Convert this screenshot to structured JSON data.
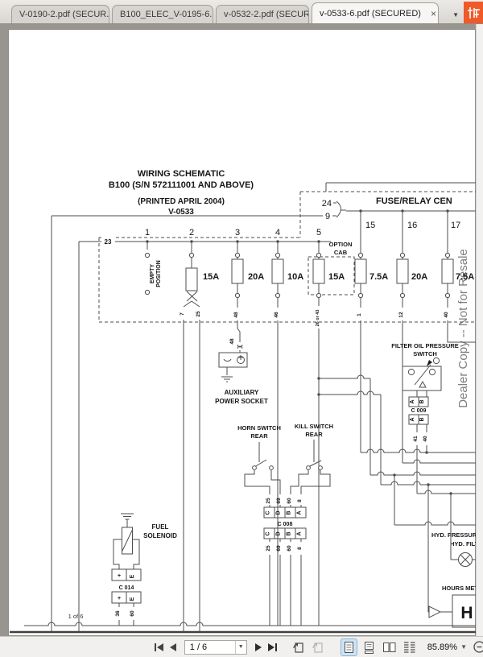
{
  "tabs": [
    {
      "label": "V-0190-2.pdf (SECUR..."
    },
    {
      "label": "B100_ELEC_V-0195-6..."
    },
    {
      "label": "v-0532-2.pdf (SECUR..."
    },
    {
      "label": "v-0533-6.pdf (SECURED)"
    }
  ],
  "tab_bar": {
    "close_glyph": "×",
    "overflow_glyph": "▼"
  },
  "toolbar": {
    "page_field": "1 / 6",
    "zoom_value": "85.89%",
    "icons": [
      "first-page",
      "previous-page",
      "next-page",
      "last-page",
      "rotate-view",
      "rotate-view-disabled",
      "single-page-view",
      "continuous-view",
      "two-page-view",
      "two-page-continuous-view",
      "zoom-out"
    ]
  },
  "schematic": {
    "title_1": "WIRING SCHEMATIC",
    "title_2": "B100 (S/N 572111001 AND ABOVE)",
    "title_3": "(PRINTED APRIL 2004)",
    "title_4": "V-0533",
    "fuse_center_label": "FUSE/RELAY CEN",
    "watermark": "Dealer Copy -- Not for Resale",
    "page_note": "1 of 6",
    "bus_tag": "23",
    "switch_tag_top": "24",
    "switch_tag_bottom": "9",
    "option_cab_1": "OPTION",
    "option_cab_2": "CAB",
    "empty_position_1": "EMPTY",
    "empty_position_2": "POSITION",
    "columns_left": [
      "1",
      "2",
      "3",
      "4",
      "5"
    ],
    "columns_right": [
      "15",
      "16",
      "17"
    ],
    "fuses": [
      {
        "amp": "15A",
        "wires": [
          "7",
          "25"
        ]
      },
      {
        "amp": "20A",
        "wires": [
          "48"
        ]
      },
      {
        "amp": "10A",
        "wires": [
          "46"
        ]
      },
      {
        "amp": "15A",
        "wires": [
          "26 or 43"
        ]
      },
      {
        "amp": "7.5A",
        "wires": [
          "1"
        ]
      },
      {
        "amp": "20A",
        "wires": [
          "12"
        ]
      },
      {
        "amp": "7.5A",
        "wires": [
          "40"
        ]
      }
    ],
    "aux_socket": {
      "label_1": "AUXILIARY",
      "label_2": "POWER SOCKET",
      "wire": "48"
    },
    "filter_switch": {
      "label_1": "FILTER OIL PRESSURE",
      "label_2": "SWITCH",
      "connector": "C 009",
      "pins": [
        "A",
        "B"
      ],
      "wires": [
        "41",
        "40"
      ]
    },
    "horn_switch": {
      "label_1": "HORN SWITCH",
      "label_2": "REAR"
    },
    "kill_switch": {
      "label_1": "KILL SWITCH",
      "label_2": "REAR"
    },
    "c008": {
      "connector": "C 008",
      "pins": [
        "C",
        "D",
        "B",
        "A"
      ],
      "wires_top": [
        "25",
        "69",
        "60",
        "8"
      ],
      "wires_bottom": [
        "25",
        "69",
        "60",
        "8"
      ]
    },
    "fuel_solenoid": {
      "label_1": "FUEL",
      "label_2": "SOLENOID",
      "connector": "C 014",
      "pins": [
        "+",
        "E"
      ],
      "wires": [
        "36",
        "60"
      ]
    },
    "hyd_label_1": "HYD. PRESSUR",
    "hyd_label_2": "HYD. FILT",
    "hours_label": "HOURS MET",
    "hours_symbol": "H"
  }
}
